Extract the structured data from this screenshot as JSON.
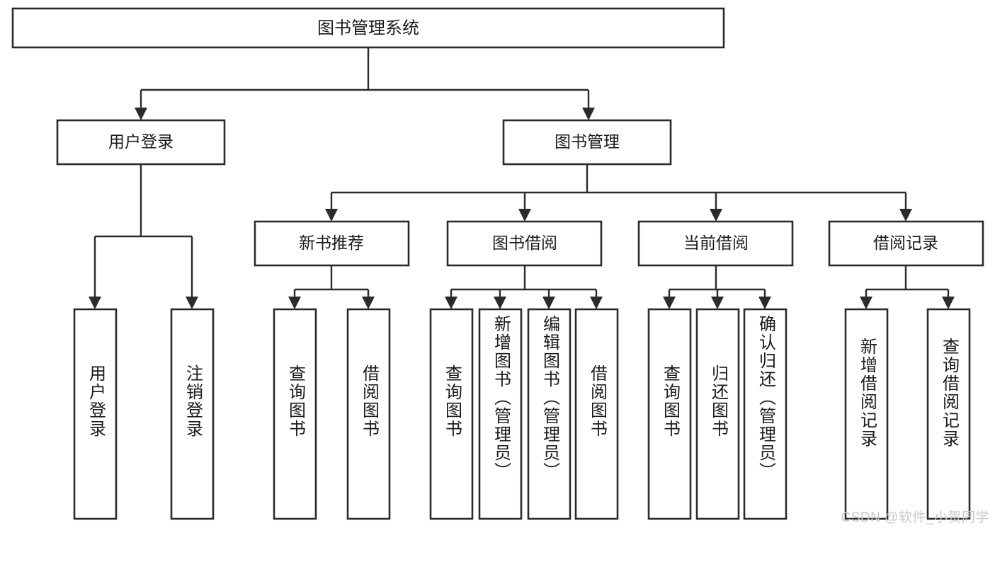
{
  "diagram": {
    "title": "图书管理系统",
    "type": "tree-hierarchy-diagram",
    "root": {
      "id": "root",
      "label": "图书管理系统"
    },
    "level2": [
      {
        "id": "user-login",
        "label": "用户登录"
      },
      {
        "id": "book-management",
        "label": "图书管理"
      }
    ],
    "level3": [
      {
        "id": "new-book-recommend",
        "label": "新书推荐",
        "parent": "book-management"
      },
      {
        "id": "book-borrow",
        "label": "图书借阅",
        "parent": "book-management"
      },
      {
        "id": "current-borrow",
        "label": "当前借阅",
        "parent": "book-management"
      },
      {
        "id": "borrow-record",
        "label": "借阅记录",
        "parent": "book-management"
      }
    ],
    "leaves": [
      {
        "id": "leaf-user-login",
        "label": "用户登录",
        "parent": "user-login"
      },
      {
        "id": "leaf-logout-login",
        "label": "注销登录",
        "parent": "user-login"
      },
      {
        "id": "leaf-query-book-1",
        "label": "查询图书",
        "parent": "new-book-recommend"
      },
      {
        "id": "leaf-borrow-book-1",
        "label": "借阅图书",
        "parent": "new-book-recommend"
      },
      {
        "id": "leaf-query-book-2",
        "label": "查询图书",
        "parent": "book-borrow"
      },
      {
        "id": "leaf-add-book",
        "label": "新增图书（管理员）",
        "parent": "book-borrow"
      },
      {
        "id": "leaf-edit-book",
        "label": "编辑图书（管理员）",
        "parent": "book-borrow"
      },
      {
        "id": "leaf-borrow-book-2",
        "label": "借阅图书",
        "parent": "book-borrow"
      },
      {
        "id": "leaf-query-book-3",
        "label": "查询图书",
        "parent": "current-borrow"
      },
      {
        "id": "leaf-return-book",
        "label": "归还图书",
        "parent": "current-borrow"
      },
      {
        "id": "leaf-confirm-return",
        "label": "确认归还（管理员）",
        "parent": "current-borrow"
      },
      {
        "id": "leaf-add-record",
        "label": "新增借阅记录",
        "parent": "borrow-record"
      },
      {
        "id": "leaf-query-record",
        "label": "查询借阅记录",
        "parent": "borrow-record"
      }
    ],
    "colors": {
      "box_stroke": "#2b2b2b",
      "box_fill": "#ffffff",
      "connector": "#2b2b2b",
      "text": "#1a1a1a",
      "watermark": "#c9c9c9",
      "background": "#ffffff"
    }
  },
  "watermark": {
    "text": "CSDN @软件_小贺同学"
  }
}
